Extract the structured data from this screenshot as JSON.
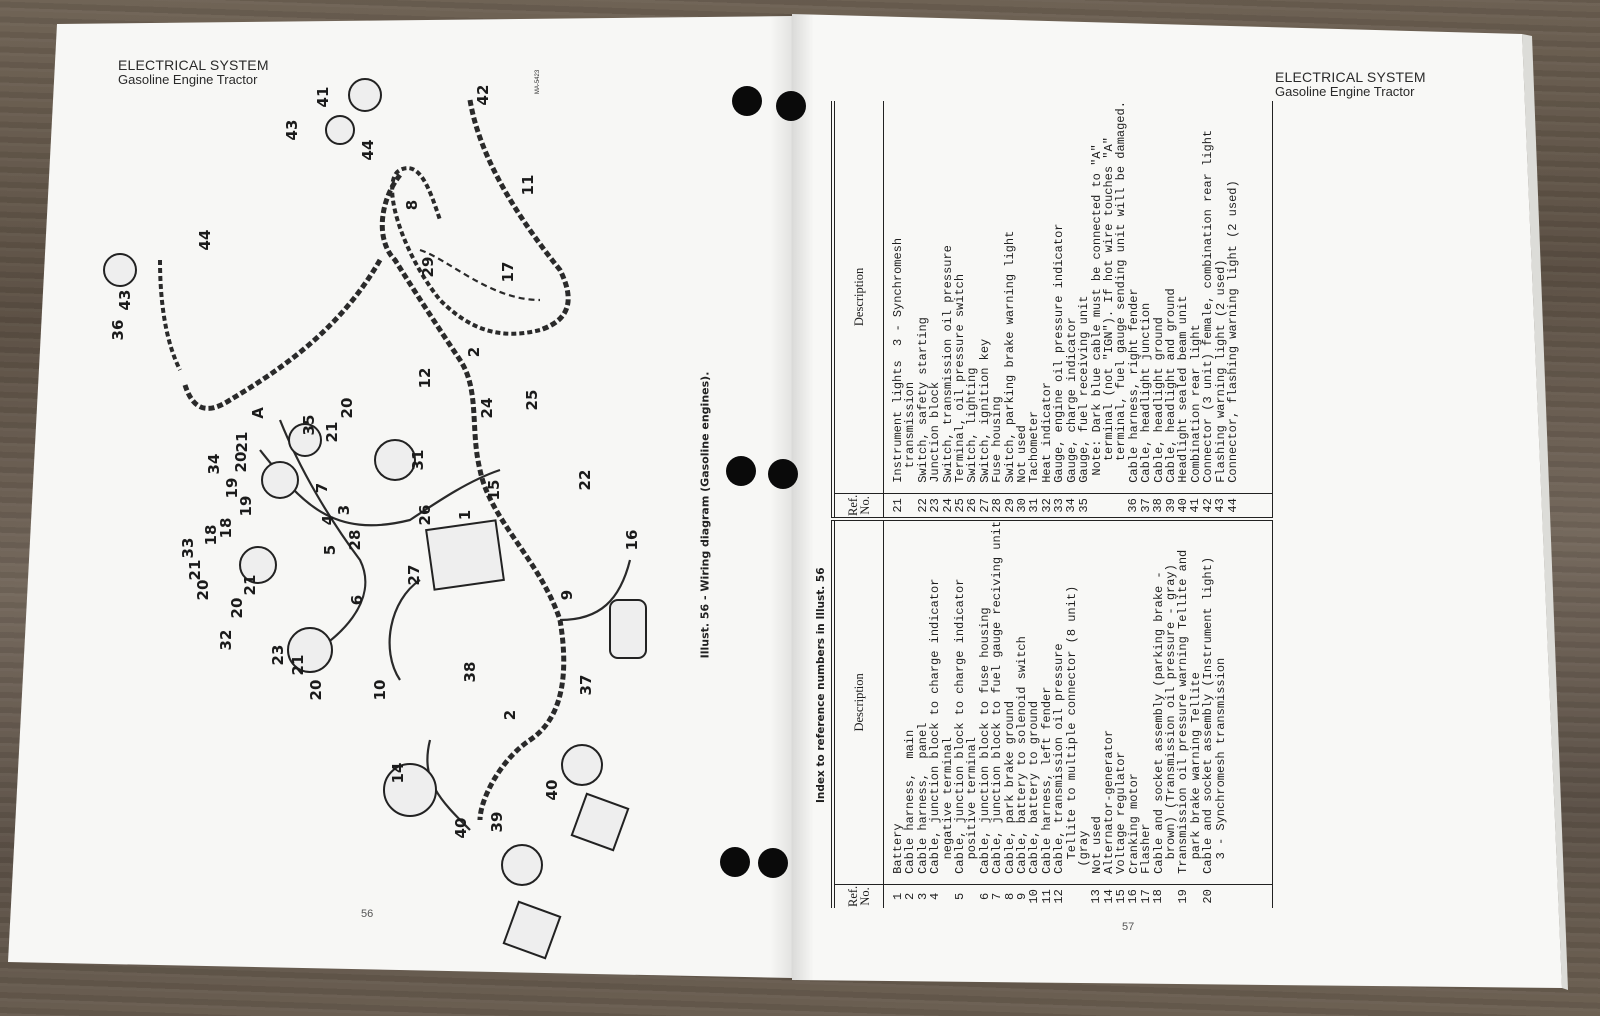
{
  "left_page": {
    "header": {
      "title": "ELECTRICAL SYSTEM",
      "subtitle": "Gasoline Engine Tractor"
    },
    "drawing_number": "MA-5423",
    "callouts": [
      "41",
      "42",
      "43",
      "44",
      "11",
      "8",
      "44",
      "43",
      "36",
      "29",
      "17",
      "2",
      "12",
      "24",
      "25",
      "20",
      "35",
      "A",
      "21",
      "21",
      "34",
      "20",
      "19",
      "19",
      "18",
      "18",
      "33",
      "21",
      "20",
      "7",
      "3",
      "4",
      "31",
      "15",
      "1",
      "26",
      "22",
      "16",
      "5",
      "28",
      "27",
      "6",
      "9",
      "32",
      "23",
      "21",
      "20",
      "10",
      "38",
      "37",
      "2",
      "14",
      "40",
      "39",
      "40",
      "20",
      "21"
    ],
    "caption": "Illust. 56  -  Wiring diagram (Gasoline engines).",
    "page_number": "56"
  },
  "right_page": {
    "header": {
      "title": "ELECTRICAL SYSTEM",
      "subtitle": "Gasoline Engine Tractor"
    },
    "index_title": "Index to reference numbers in Illust. 56",
    "columns": {
      "ref": "Ref.\nNo.",
      "description": "Description"
    },
    "left_items": [
      {
        "ref": "1",
        "desc": "Battery"
      },
      {
        "ref": "2",
        "desc": "Cable harness,  main"
      },
      {
        "ref": "3",
        "desc": "Cable harness,  panel"
      },
      {
        "ref": "4",
        "desc": "Cable, junction block to charge indicator\n  negative terminal"
      },
      {
        "ref": "5",
        "desc": "Cable, junction block to charge indicator\n  positive terminal"
      },
      {
        "ref": "6",
        "desc": "Cable, junction block to fuse housing"
      },
      {
        "ref": "7",
        "desc": "Cable, junction block to fuel gauge reciving unit"
      },
      {
        "ref": "8",
        "desc": "Cable, park brake ground"
      },
      {
        "ref": "9",
        "desc": "Cable, battery to solenoid switch"
      },
      {
        "ref": "10",
        "desc": "Cable, battery to ground"
      },
      {
        "ref": "11",
        "desc": "Cable harness, left fender"
      },
      {
        "ref": "12",
        "desc": "Cable, transmission oil pressure\n  Tellite to multiple connector (8 unit)\n (gray"
      },
      {
        "ref": "13",
        "desc": "Not used"
      },
      {
        "ref": "14",
        "desc": "Alternator-generator"
      },
      {
        "ref": "15",
        "desc": "Voltage regulator"
      },
      {
        "ref": "16",
        "desc": "Cranking motor"
      },
      {
        "ref": "17",
        "desc": "Flasher"
      },
      {
        "ref": "18",
        "desc": "Cable and socket assembly (parking brake -\n  brown) (Transmission oil pressure - gray)"
      },
      {
        "ref": "19",
        "desc": "Transmission oil pressure warning Tellite and\n  park brake warning Tellite"
      },
      {
        "ref": "20",
        "desc": "Cable and socket assembly (Instrument light)\n  3 - Synchromesh transmission"
      }
    ],
    "right_items": [
      {
        "ref": "21",
        "desc": "Instrument lights  3 - Synchromesh\n  transmission"
      },
      {
        "ref": "22",
        "desc": "Switch, safety starting"
      },
      {
        "ref": "23",
        "desc": "Junction block"
      },
      {
        "ref": "24",
        "desc": "Switch, transmission oil pressure"
      },
      {
        "ref": "25",
        "desc": "Terminal, oil pressure switch"
      },
      {
        "ref": "26",
        "desc": "Switch, lighting"
      },
      {
        "ref": "27",
        "desc": "Switch, ignition key"
      },
      {
        "ref": "28",
        "desc": "Fuse housing"
      },
      {
        "ref": "29",
        "desc": "Switch, parking brake warning light"
      },
      {
        "ref": "30",
        "desc": "Not used"
      },
      {
        "ref": "31",
        "desc": "Tachometer"
      },
      {
        "ref": "32",
        "desc": "Heat indicator"
      },
      {
        "ref": "33",
        "desc": "Gauge, engine oil pressure indicator"
      },
      {
        "ref": "34",
        "desc": "Gauge, charge indicator"
      },
      {
        "ref": "35",
        "desc": "Gauge, fuel receiving unit\n Note: Dark blue cable must be connected to \"A\"\n   terminal (not \"IGN\"). If hot wire touches \"A\"\n   terminal, fuel gauge sending unit will be damaged."
      },
      {
        "ref": "36",
        "desc": "Cable harness, right fender"
      },
      {
        "ref": "37",
        "desc": "Cable, headlight junction"
      },
      {
        "ref": "38",
        "desc": "Cable, headlight ground"
      },
      {
        "ref": "39",
        "desc": "Cable, headlight and ground"
      },
      {
        "ref": "40",
        "desc": "Headlight sealed beam unit"
      },
      {
        "ref": "41",
        "desc": "Combination rear light"
      },
      {
        "ref": "42",
        "desc": "Connector (3 unit) female, combination rear light"
      },
      {
        "ref": "43",
        "desc": "Flashing warning light (2 used)"
      },
      {
        "ref": "44",
        "desc": "Connector, flashing warning light (2 used)"
      }
    ],
    "page_number": "57"
  },
  "colors": {
    "paper": "#f7f7f5",
    "ink": "#1e1e1e",
    "background": "#5f5347",
    "punch_holes": "#0a0a0a"
  }
}
